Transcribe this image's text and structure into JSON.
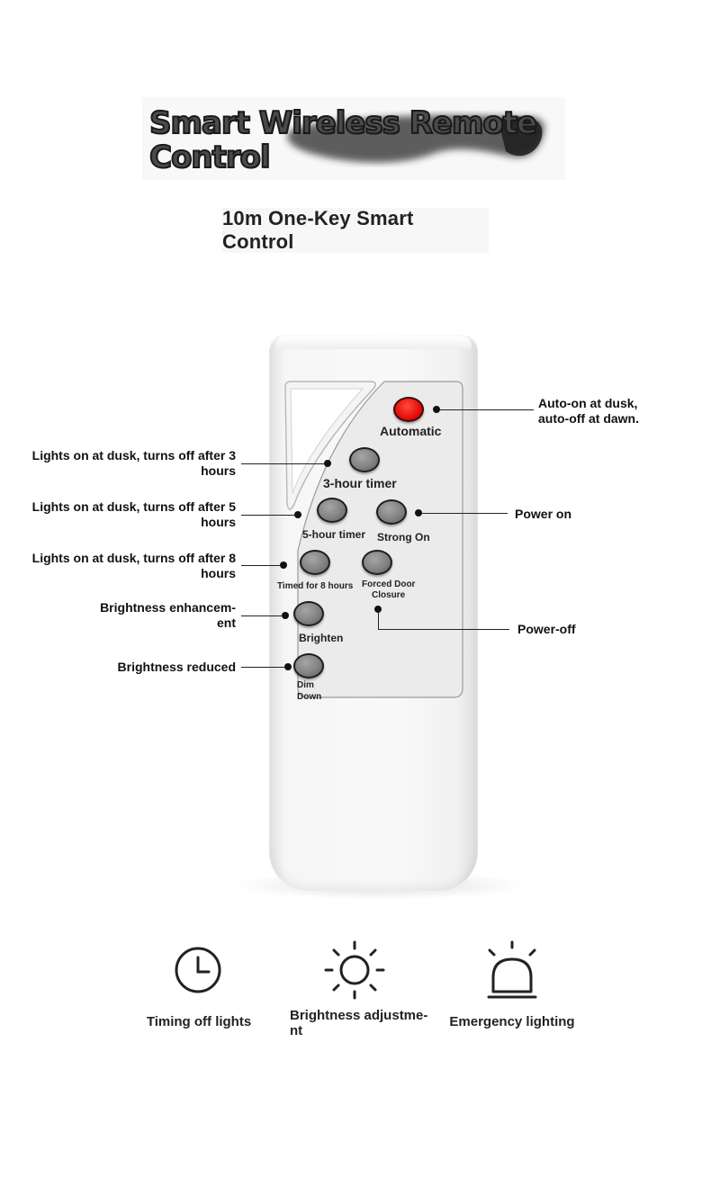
{
  "title": {
    "line1": "Smart Wireless Remote",
    "line2": "Control"
  },
  "subtitle": "10m One-Key Smart Control",
  "remote": {
    "buttons": {
      "automatic": "Automatic",
      "timer3": "3-hour timer",
      "timer5": "5-hour timer",
      "strong_on": "Strong On",
      "timer8": "Timed for 8 hours",
      "forced_closure_line1": "Forced Door",
      "forced_closure_line2": "Closure",
      "brighten": "Brighten",
      "dim_line1": "Dim",
      "dim_line2": "Down"
    },
    "accent_red": "#e3120b"
  },
  "annotations": {
    "automatic_line1": "Auto-on at dusk,",
    "automatic_line2": "auto-off at dawn.",
    "timer3_line1": "Lights on at dusk, turns off after 3",
    "timer3_line2": "hours",
    "timer5_line1": "Lights on at dusk, turns off after 5",
    "timer5_line2": "hours",
    "timer8_line1": "Lights on at dusk, turns off after 8",
    "timer8_line2": "hours",
    "brighten_line1": "Brightness enhancem-",
    "brighten_line2": "ent",
    "dim": "Brightness reduced",
    "power_on": "Power on",
    "power_off": "Power-off"
  },
  "features": [
    {
      "icon": "clock-icon",
      "label": "Timing off lights"
    },
    {
      "icon": "sun-icon",
      "label_line1": "Brightness adjustme-",
      "label_line2": "nt"
    },
    {
      "icon": "beacon-icon",
      "label": "Emergency lighting"
    }
  ]
}
